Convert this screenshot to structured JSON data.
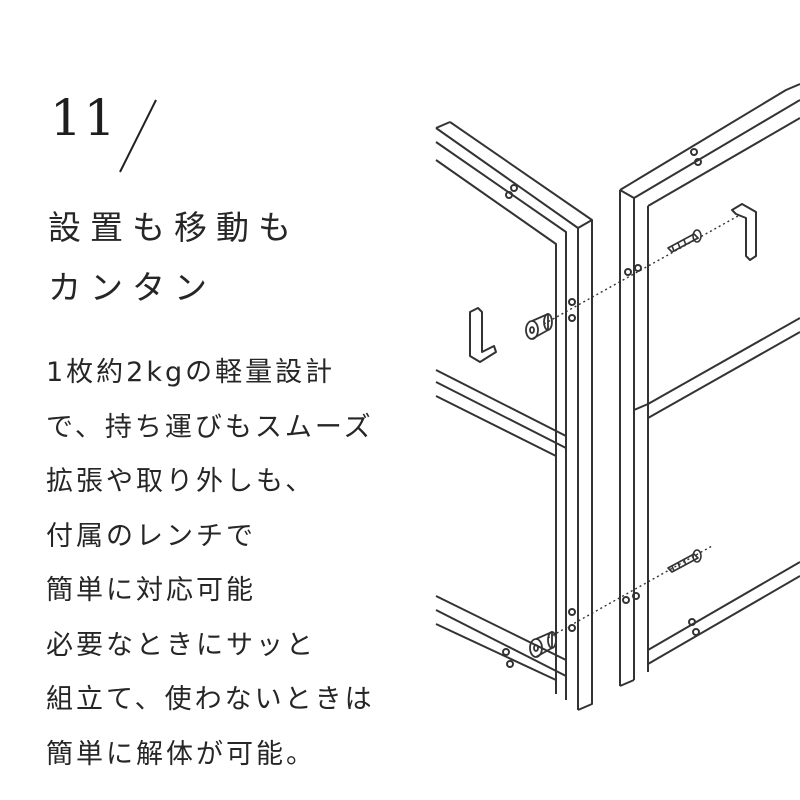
{
  "step": {
    "number": "11"
  },
  "headline": {
    "lines": [
      "設置も移動も",
      "カンタン"
    ]
  },
  "description": {
    "lines": [
      "1枚約2kgの軽量設計",
      "で、持ち運びもスムーズ",
      "拡張や取り外しも、",
      "付属のレンチで",
      "簡単に対応可能",
      "必要なときにサッと",
      "組立て、使わないときは",
      "簡単に解体が可能。"
    ]
  },
  "illustration": {
    "subject": "steel-frame-panels-joined-with-bolts-and-hex-wrench",
    "stroke_color": "#333333"
  }
}
